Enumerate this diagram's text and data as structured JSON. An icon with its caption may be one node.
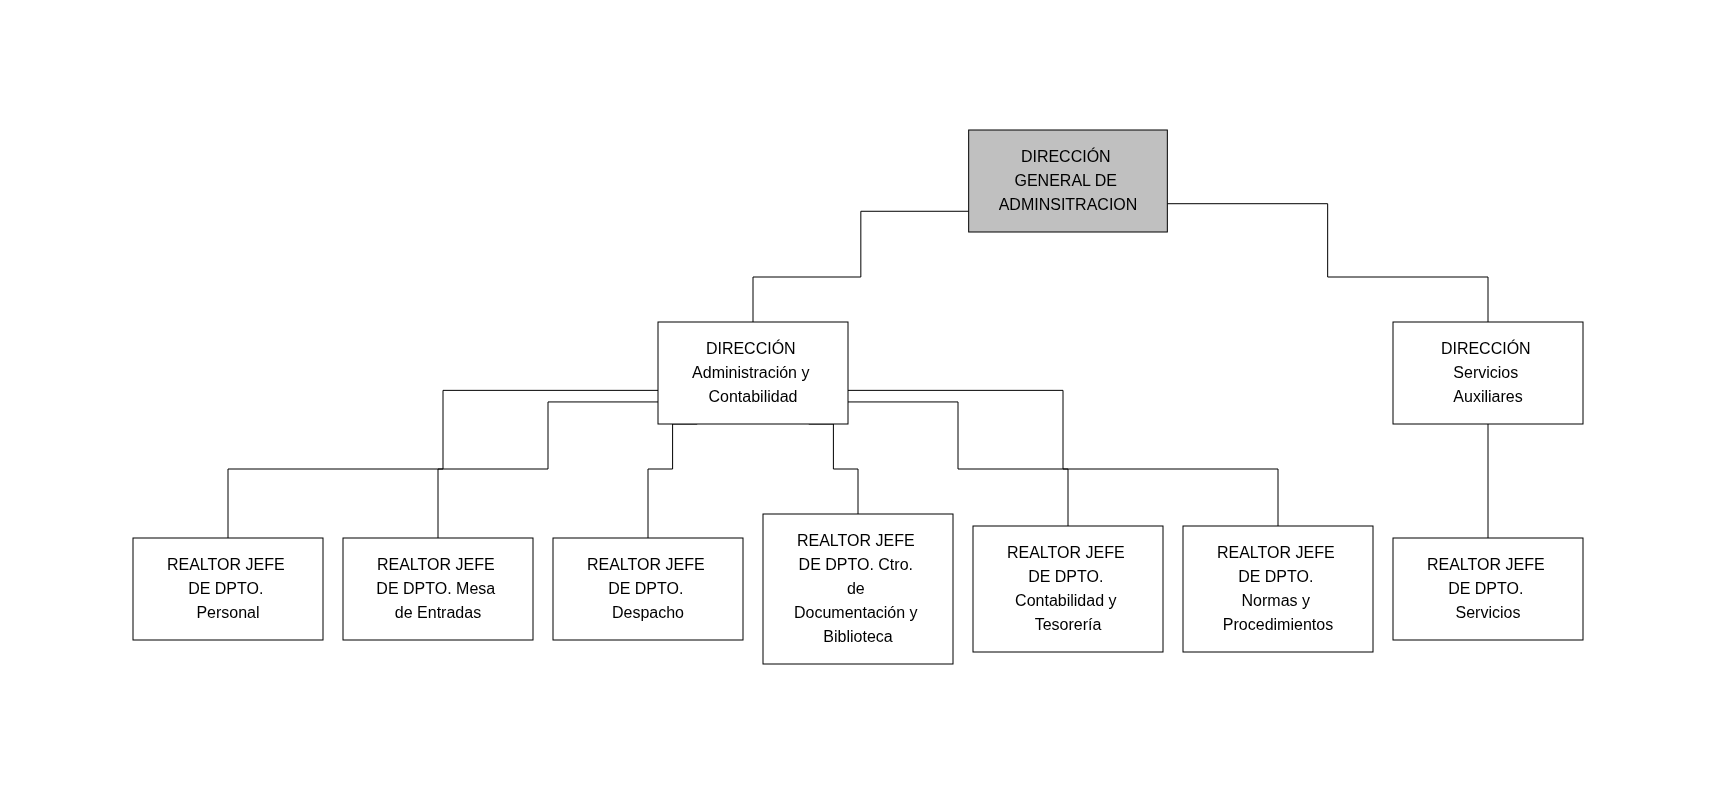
{
  "diagram": {
    "nodes": [
      {
        "text": [
          "DIRECCIÓN GENERAL DE ADMINSITRACION"
        ]
      },
      {
        "text": [
          "DIRECCIÓN Administración y Contabilidad"
        ]
      },
      {
        "text": [
          "DIRECCIÓN Servicios Auxiliares"
        ]
      },
      {
        "text": [
          "REALTOR JEFE DE DPTO. Personal"
        ]
      },
      {
        "text": [
          "REALTOR JEFE DE DPTO. Mesa de Entradas"
        ]
      },
      {
        "text": [
          "REALTOR JEFE DE DPTO. Despacho"
        ]
      },
      {
        "text": [
          "REALTOR JEFE DE DPTO. Ctro. de Documentación y Biblioteca"
        ]
      },
      {
        "text": [
          "REALTOR JEFE DE DPTO. Contabilidad y Tesorería"
        ]
      },
      {
        "text": [
          "REALTOR JEFE DE DPTO. Normas y Procedimientos"
        ]
      },
      {
        "text": [
          "REALTOR JEFE DE DPTO. Servicios"
        ]
      }
    ],
    "edges": [
      {
        "from": 0,
        "to": 1,
        "arrow": "none"
      },
      {
        "from": 0,
        "to": 2,
        "arrow": "none"
      },
      {
        "from": 1,
        "to": 3,
        "arrow": "none"
      },
      {
        "from": 1,
        "to": 4,
        "arrow": "none"
      },
      {
        "from": 1,
        "to": 5,
        "arrow": "none"
      },
      {
        "from": 1,
        "to": 6,
        "arrow": "none"
      },
      {
        "from": 1,
        "to": 7,
        "arrow": "none"
      },
      {
        "from": 1,
        "to": 8,
        "arrow": "none"
      },
      {
        "from": 2,
        "to": 9,
        "arrow": "none"
      }
    ]
  }
}
